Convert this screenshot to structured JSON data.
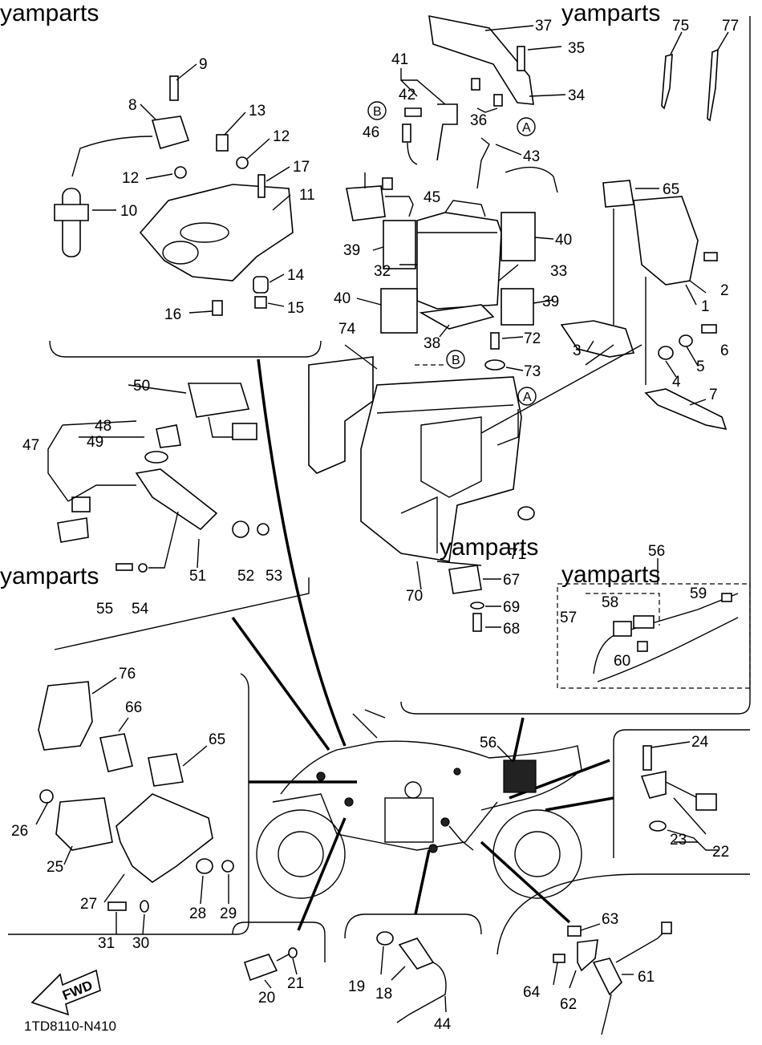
{
  "watermarks": [
    "yamparts",
    "yamparts",
    "yamparts",
    "yamparts",
    "yamparts"
  ],
  "diagram_code": "1TD8110-N410",
  "fwd_label": "FWD",
  "circle_labels": {
    "A": "A",
    "B": "B"
  },
  "callouts": [
    "1",
    "2",
    "3",
    "4",
    "5",
    "6",
    "7",
    "8",
    "9",
    "10",
    "11",
    "12",
    "13",
    "14",
    "15",
    "16",
    "17",
    "18",
    "19",
    "20",
    "21",
    "22",
    "23",
    "24",
    "25",
    "26",
    "27",
    "28",
    "29",
    "30",
    "31",
    "32",
    "33",
    "34",
    "35",
    "36",
    "37",
    "38",
    "39",
    "40",
    "41",
    "42",
    "43",
    "44",
    "45",
    "46",
    "47",
    "48",
    "49",
    "50",
    "51",
    "52",
    "53",
    "54",
    "55",
    "56",
    "57",
    "58",
    "59",
    "60",
    "61",
    "62",
    "63",
    "64",
    "65",
    "66",
    "67",
    "68",
    "69",
    "70",
    "71",
    "72",
    "73",
    "74",
    "75",
    "76",
    "77"
  ]
}
